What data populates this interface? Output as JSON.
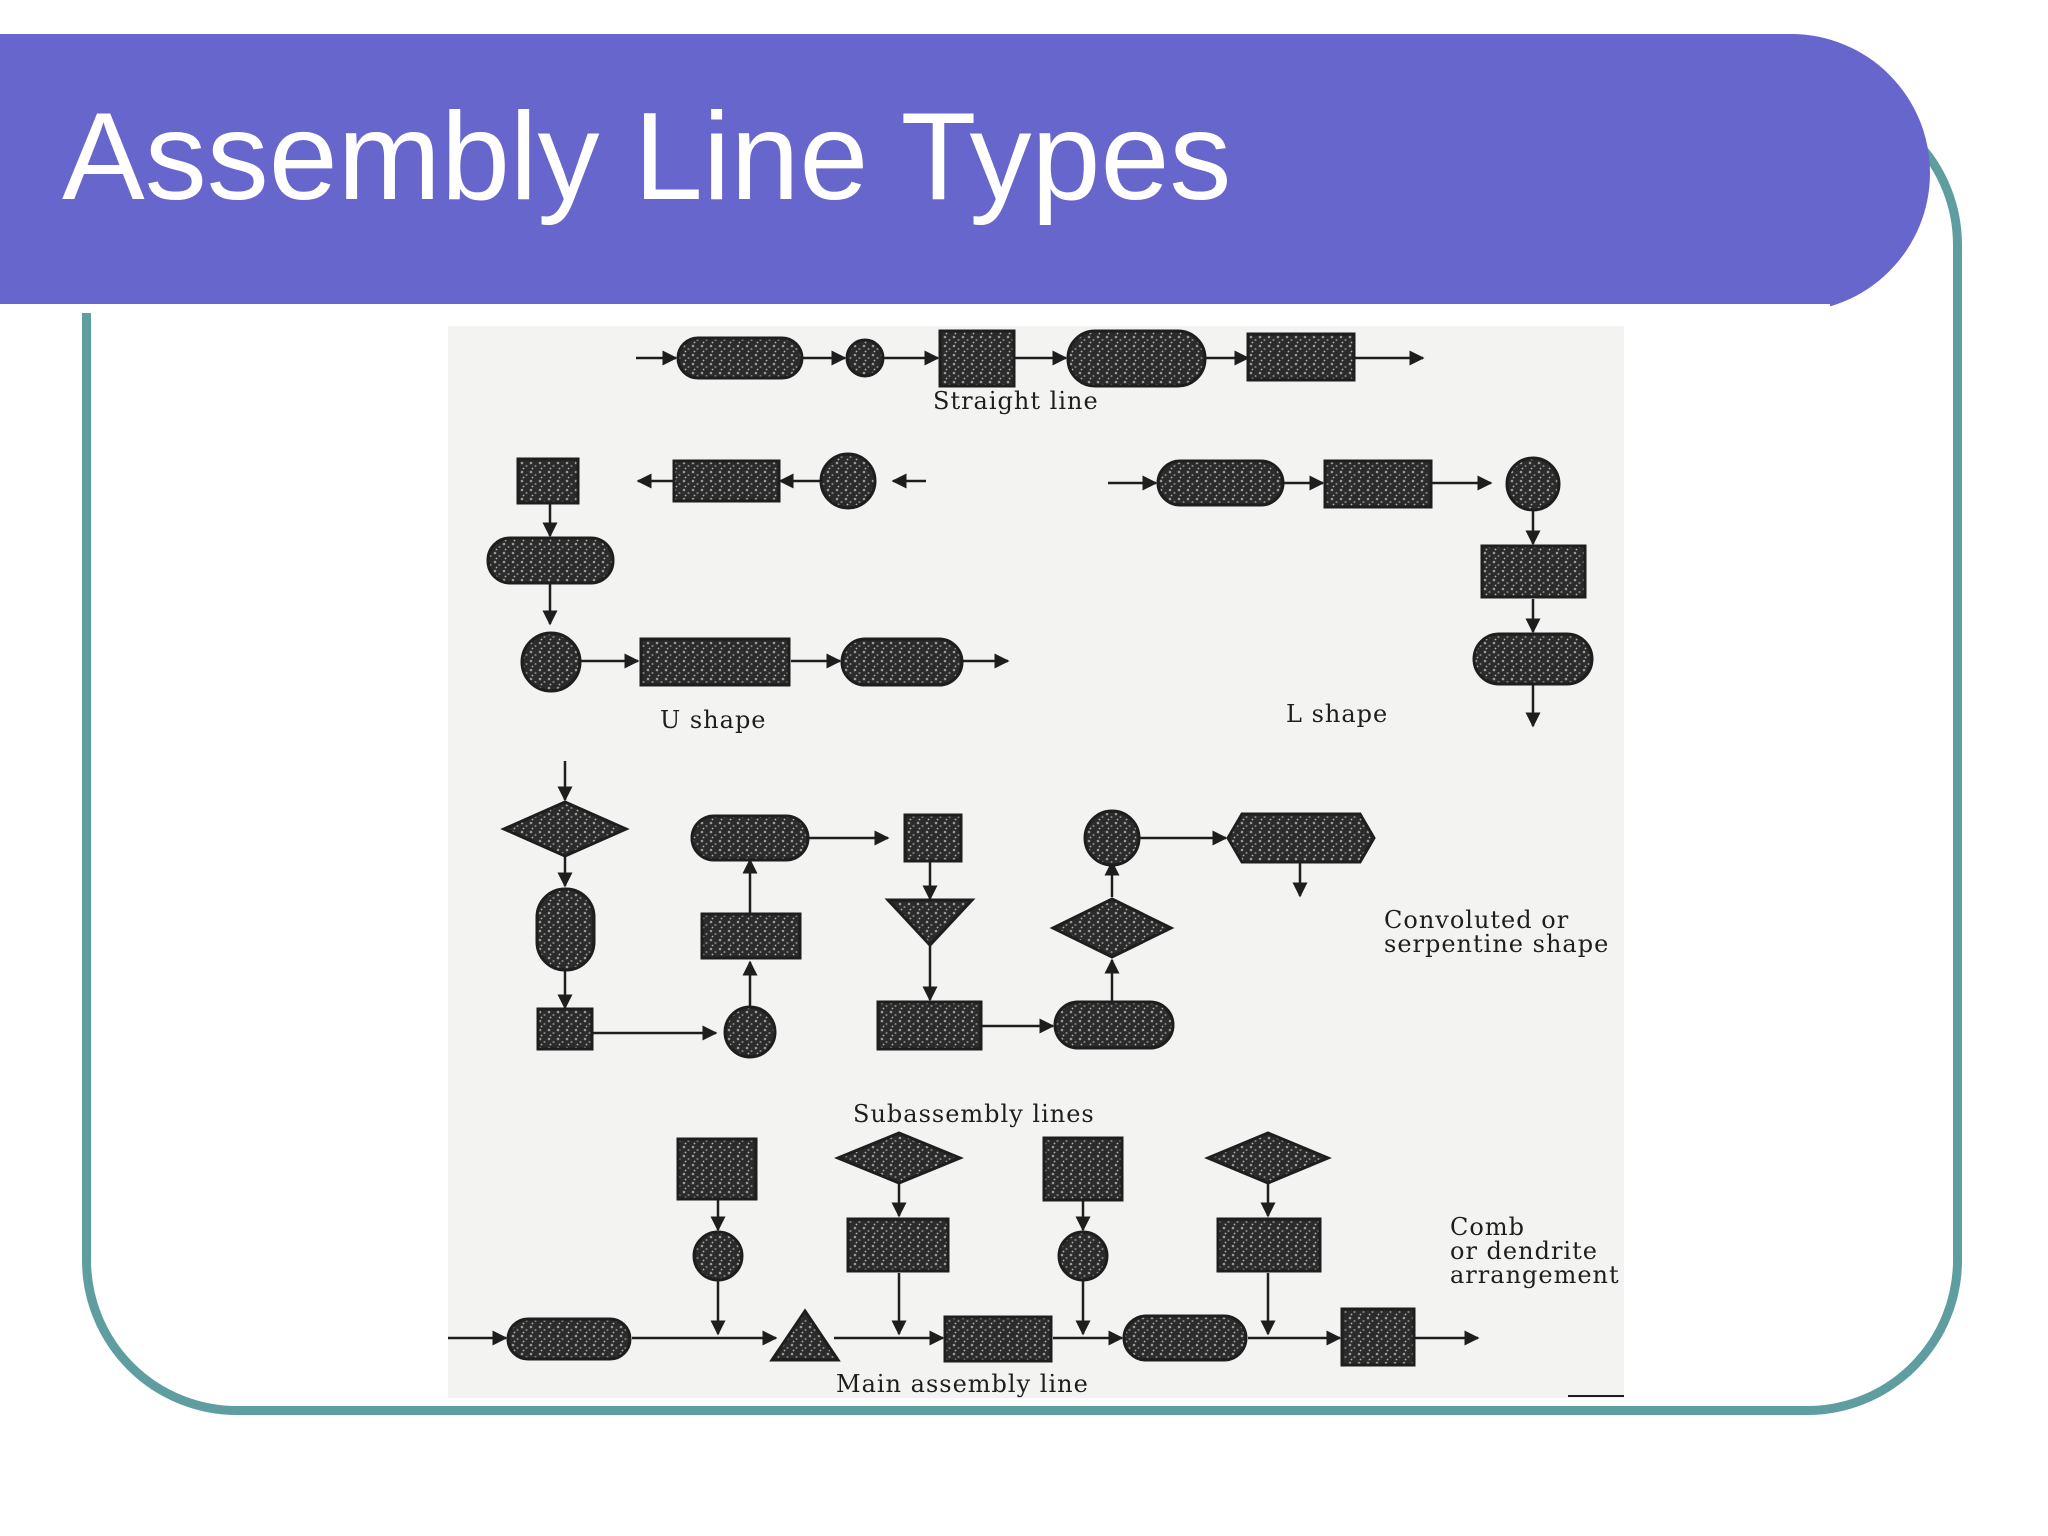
{
  "slide": {
    "title": "Assembly Line Types"
  },
  "figure": {
    "labels": {
      "straight": "Straight line",
      "u_shape": "U shape",
      "l_shape": "L shape",
      "convoluted_1": "Convoluted or",
      "convoluted_2": "serpentine shape",
      "subassembly": "Subassembly lines",
      "comb_1": "Comb",
      "comb_2": "or dendrite",
      "comb_3": "arrangement",
      "main": "Main assembly line"
    }
  },
  "colors": {
    "title_bar": "#6666cc",
    "frame_border": "#5f9ea0",
    "ink": "#1e1e1e",
    "paper": "#f3f3f2"
  }
}
